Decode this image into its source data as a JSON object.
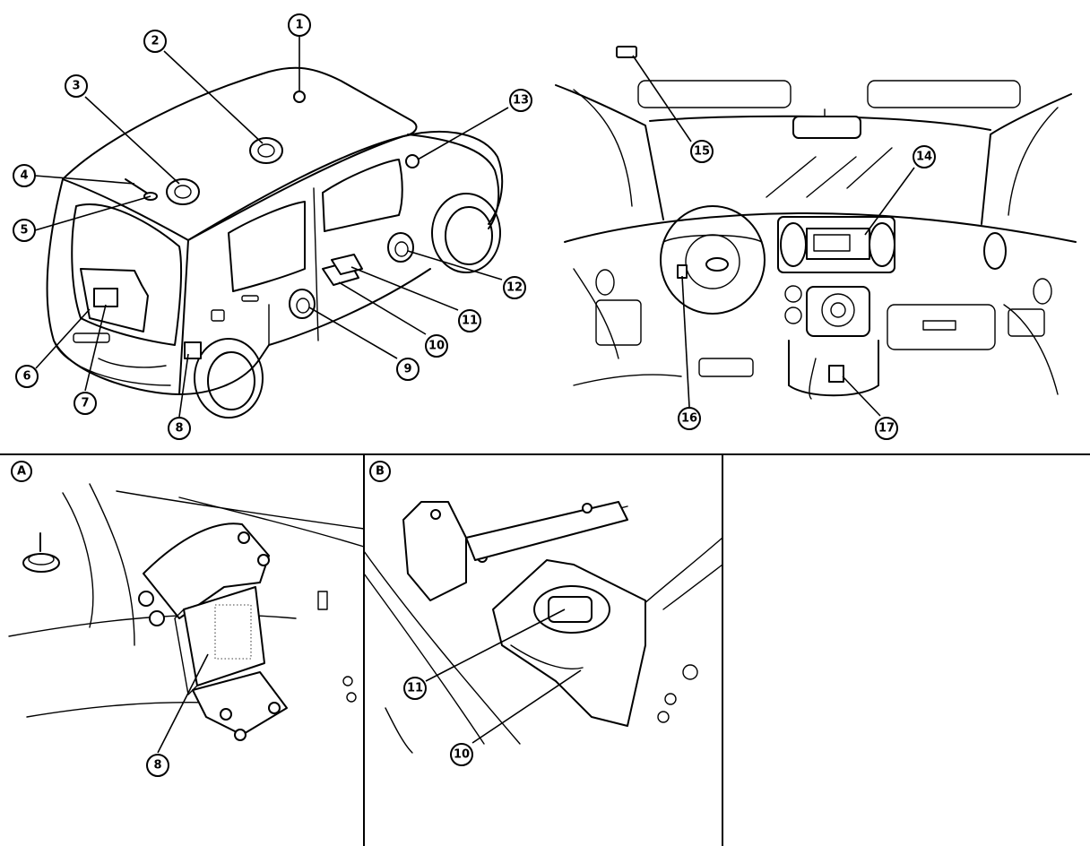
{
  "panels": [
    {
      "id": "exterior",
      "letter": ""
    },
    {
      "id": "interior",
      "letter": ""
    },
    {
      "id": "A",
      "letter": "A"
    },
    {
      "id": "B",
      "letter": "B"
    },
    {
      "id": "empty",
      "letter": ""
    }
  ],
  "callouts": [
    {
      "id": "c1",
      "label": "1"
    },
    {
      "id": "c2",
      "label": "2"
    },
    {
      "id": "c3",
      "label": "3"
    },
    {
      "id": "c4",
      "label": "4"
    },
    {
      "id": "c5",
      "label": "5"
    },
    {
      "id": "c6",
      "label": "6"
    },
    {
      "id": "c7",
      "label": "7"
    },
    {
      "id": "c8",
      "label": "8"
    },
    {
      "id": "c9",
      "label": "9"
    },
    {
      "id": "c10",
      "label": "10"
    },
    {
      "id": "c11",
      "label": "11"
    },
    {
      "id": "c12",
      "label": "12"
    },
    {
      "id": "c13",
      "label": "13"
    },
    {
      "id": "c14",
      "label": "14"
    },
    {
      "id": "c15",
      "label": "15"
    },
    {
      "id": "c16",
      "label": "16"
    },
    {
      "id": "c17",
      "label": "17"
    },
    {
      "id": "cA8",
      "label": "8"
    },
    {
      "id": "cB11",
      "label": "11"
    },
    {
      "id": "cB10",
      "label": "10"
    }
  ],
  "panel_labels": {
    "A": "A",
    "B": "B"
  }
}
